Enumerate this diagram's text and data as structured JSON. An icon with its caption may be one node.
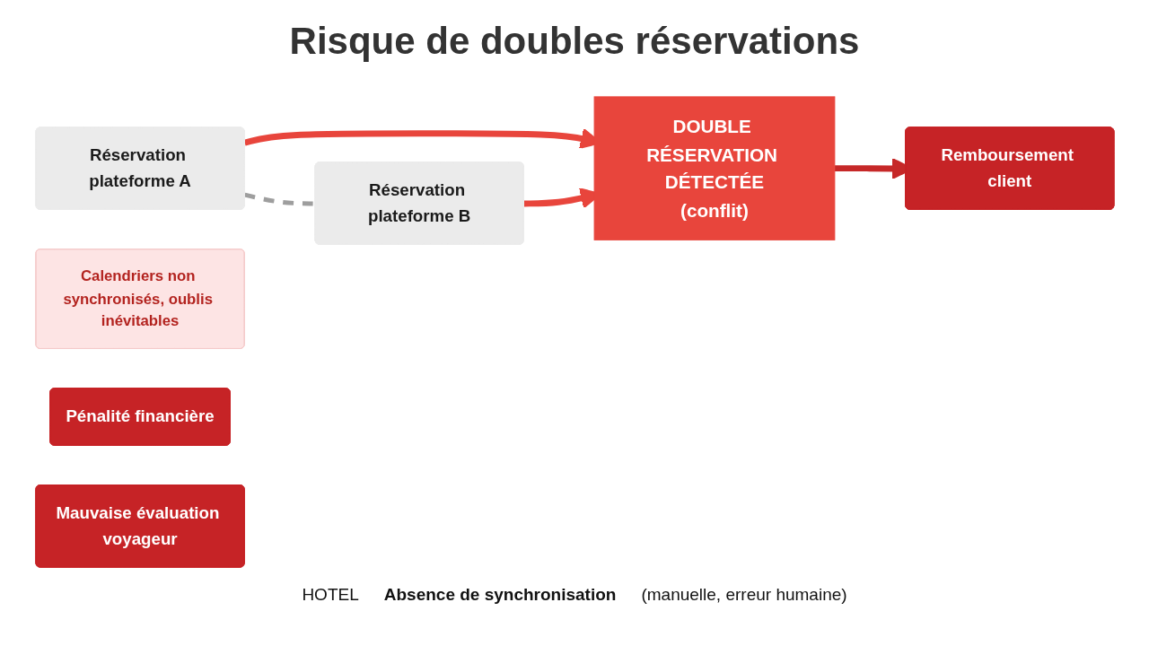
{
  "diagram": {
    "title": "Risque de doubles réservations",
    "nodes": [
      {
        "text": [
          "Réservation plateforme A"
        ]
      },
      {
        "text": [
          "Réservation plateforme B"
        ]
      },
      {
        "text": [
          "DOUBLE RÉSERVATION DÉTECTÉE",
          "(conflit)"
        ]
      },
      {
        "text": [
          "Calendriers non synchronisés, oublis inévitables"
        ]
      },
      {
        "text": [
          "Pénalité financière"
        ]
      },
      {
        "text": [
          "Remboursement client"
        ]
      },
      {
        "text": [
          "Mauvaise évaluation voyageur"
        ]
      }
    ],
    "edges": [
      {
        "from": 0,
        "to": 2,
        "arrow": "to"
      },
      {
        "from": 1,
        "to": 2,
        "arrow": "to"
      },
      {
        "from": 0,
        "to": 1,
        "arrow": "none",
        "style": "dashed",
        "color": "#9e9e9e"
      },
      {
        "from": 2,
        "to": 5,
        "arrow": "to",
        "color": "#c62828"
      }
    ],
    "labels": [
      "HOTEL",
      "Absence de synchronisation",
      "(manuelle, erreur humaine)"
    ]
  }
}
